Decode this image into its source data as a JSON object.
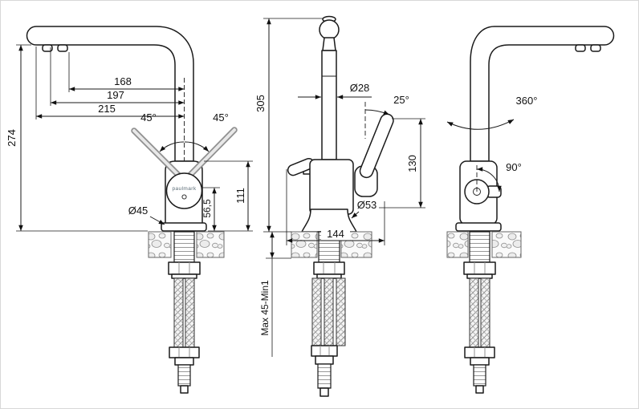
{
  "brand": "paulmark",
  "views": {
    "left": {
      "dims": {
        "overall_height": "274",
        "spout_reach_inner": "168",
        "spout_reach_mid": "197",
        "spout_reach_outer": "215",
        "handle_angle_left": "45°",
        "handle_angle_right": "45°",
        "body_diameter": "Ø45",
        "body_height": "111",
        "handle_pivot_height": "56,5"
      }
    },
    "front": {
      "dims": {
        "overall_height": "305",
        "spout_diameter": "Ø28",
        "lever_tilt": "25°",
        "lever_height": "130",
        "base_diameter": "Ø53",
        "footprint_width": "144",
        "deck_thickness": "Max 45-Min1"
      }
    },
    "right": {
      "dims": {
        "spout_rotation": "360°",
        "valve_rotation": "90°"
      }
    }
  }
}
